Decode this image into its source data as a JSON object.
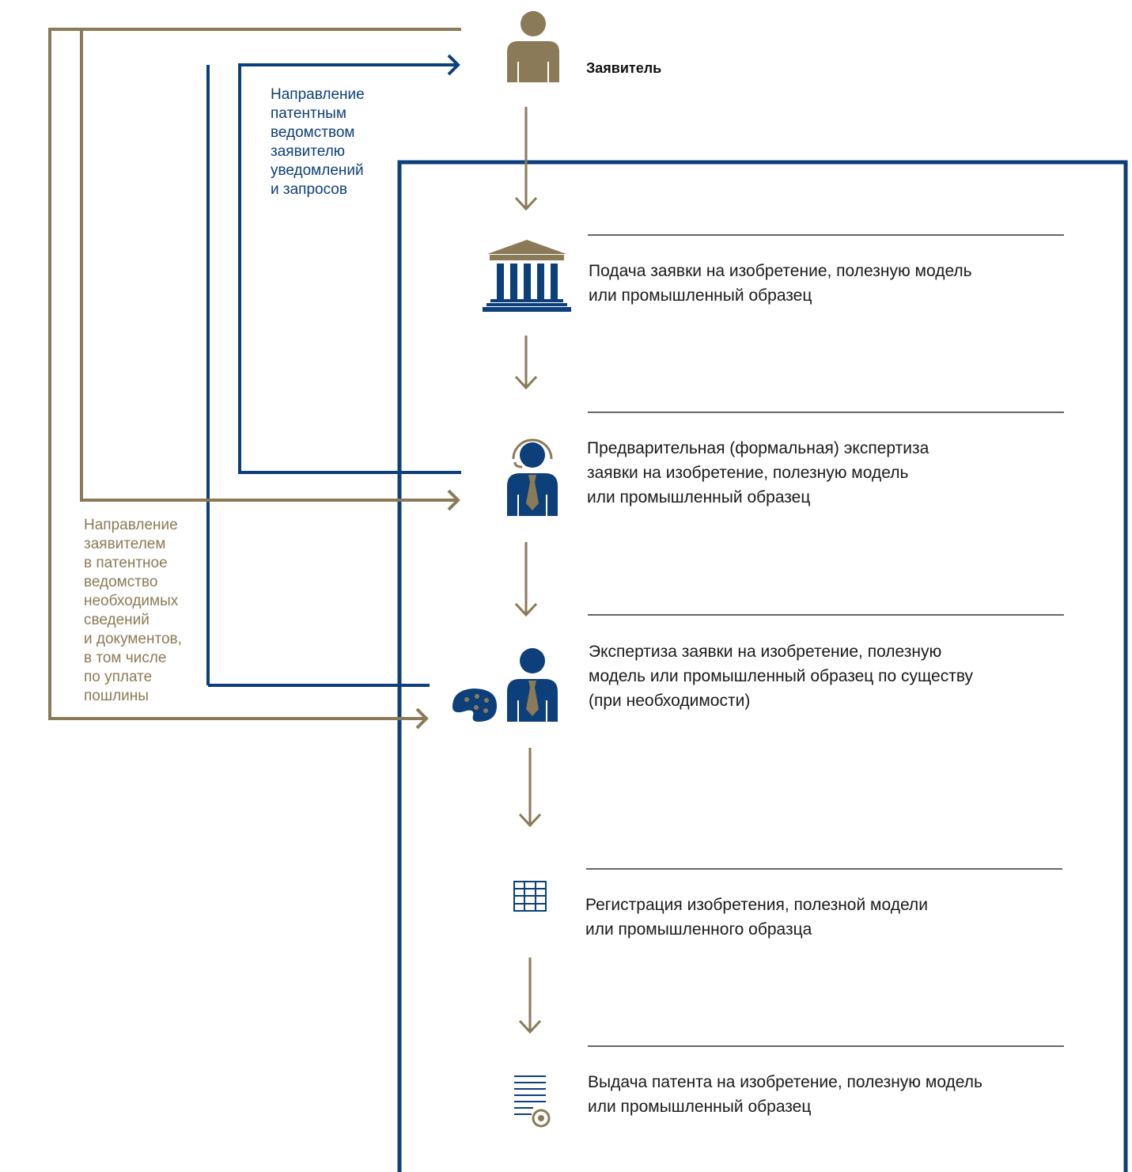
{
  "colors": {
    "gold": "#8b7a57",
    "blue": "#0d3f7a",
    "rule": "#333333",
    "text": "#1a1a1a"
  },
  "applicant": {
    "label": "Заявитель",
    "icon": "person-icon"
  },
  "notes": {
    "office_to_applicant": "Направление\nпатентным\nведомством\nзаявителю\nуведомлений\nи запросов",
    "applicant_to_office": "Направление\nзаявителем\nв патентное\nведомство\nнеобходимых\nсведений\nи документов,\nв том числе\nпо уплате\nпошлины"
  },
  "steps": [
    {
      "icon": "patent-office-building-icon",
      "text": "Подача заявки на изобретение, полезную модель\nили промышленный образец"
    },
    {
      "icon": "examiner-with-headset-icon",
      "text": "Предварительная (формальная) экспертиза\nзаявки на изобретение, полезную модель\nили промышленный образец"
    },
    {
      "icon": "examiner-with-palette-icon",
      "text": "Экспертиза заявки на изобретение, полезную\nмодель или промышленный образец по существу\n(при необходимости)"
    },
    {
      "icon": "register-table-icon",
      "text": "Регистрация изобретения, полезной модели\nили промышленного образца"
    },
    {
      "icon": "patent-document-seal-icon",
      "text": "Выдача патента на изобретение, полезную модель\nили промышленный образец"
    }
  ]
}
